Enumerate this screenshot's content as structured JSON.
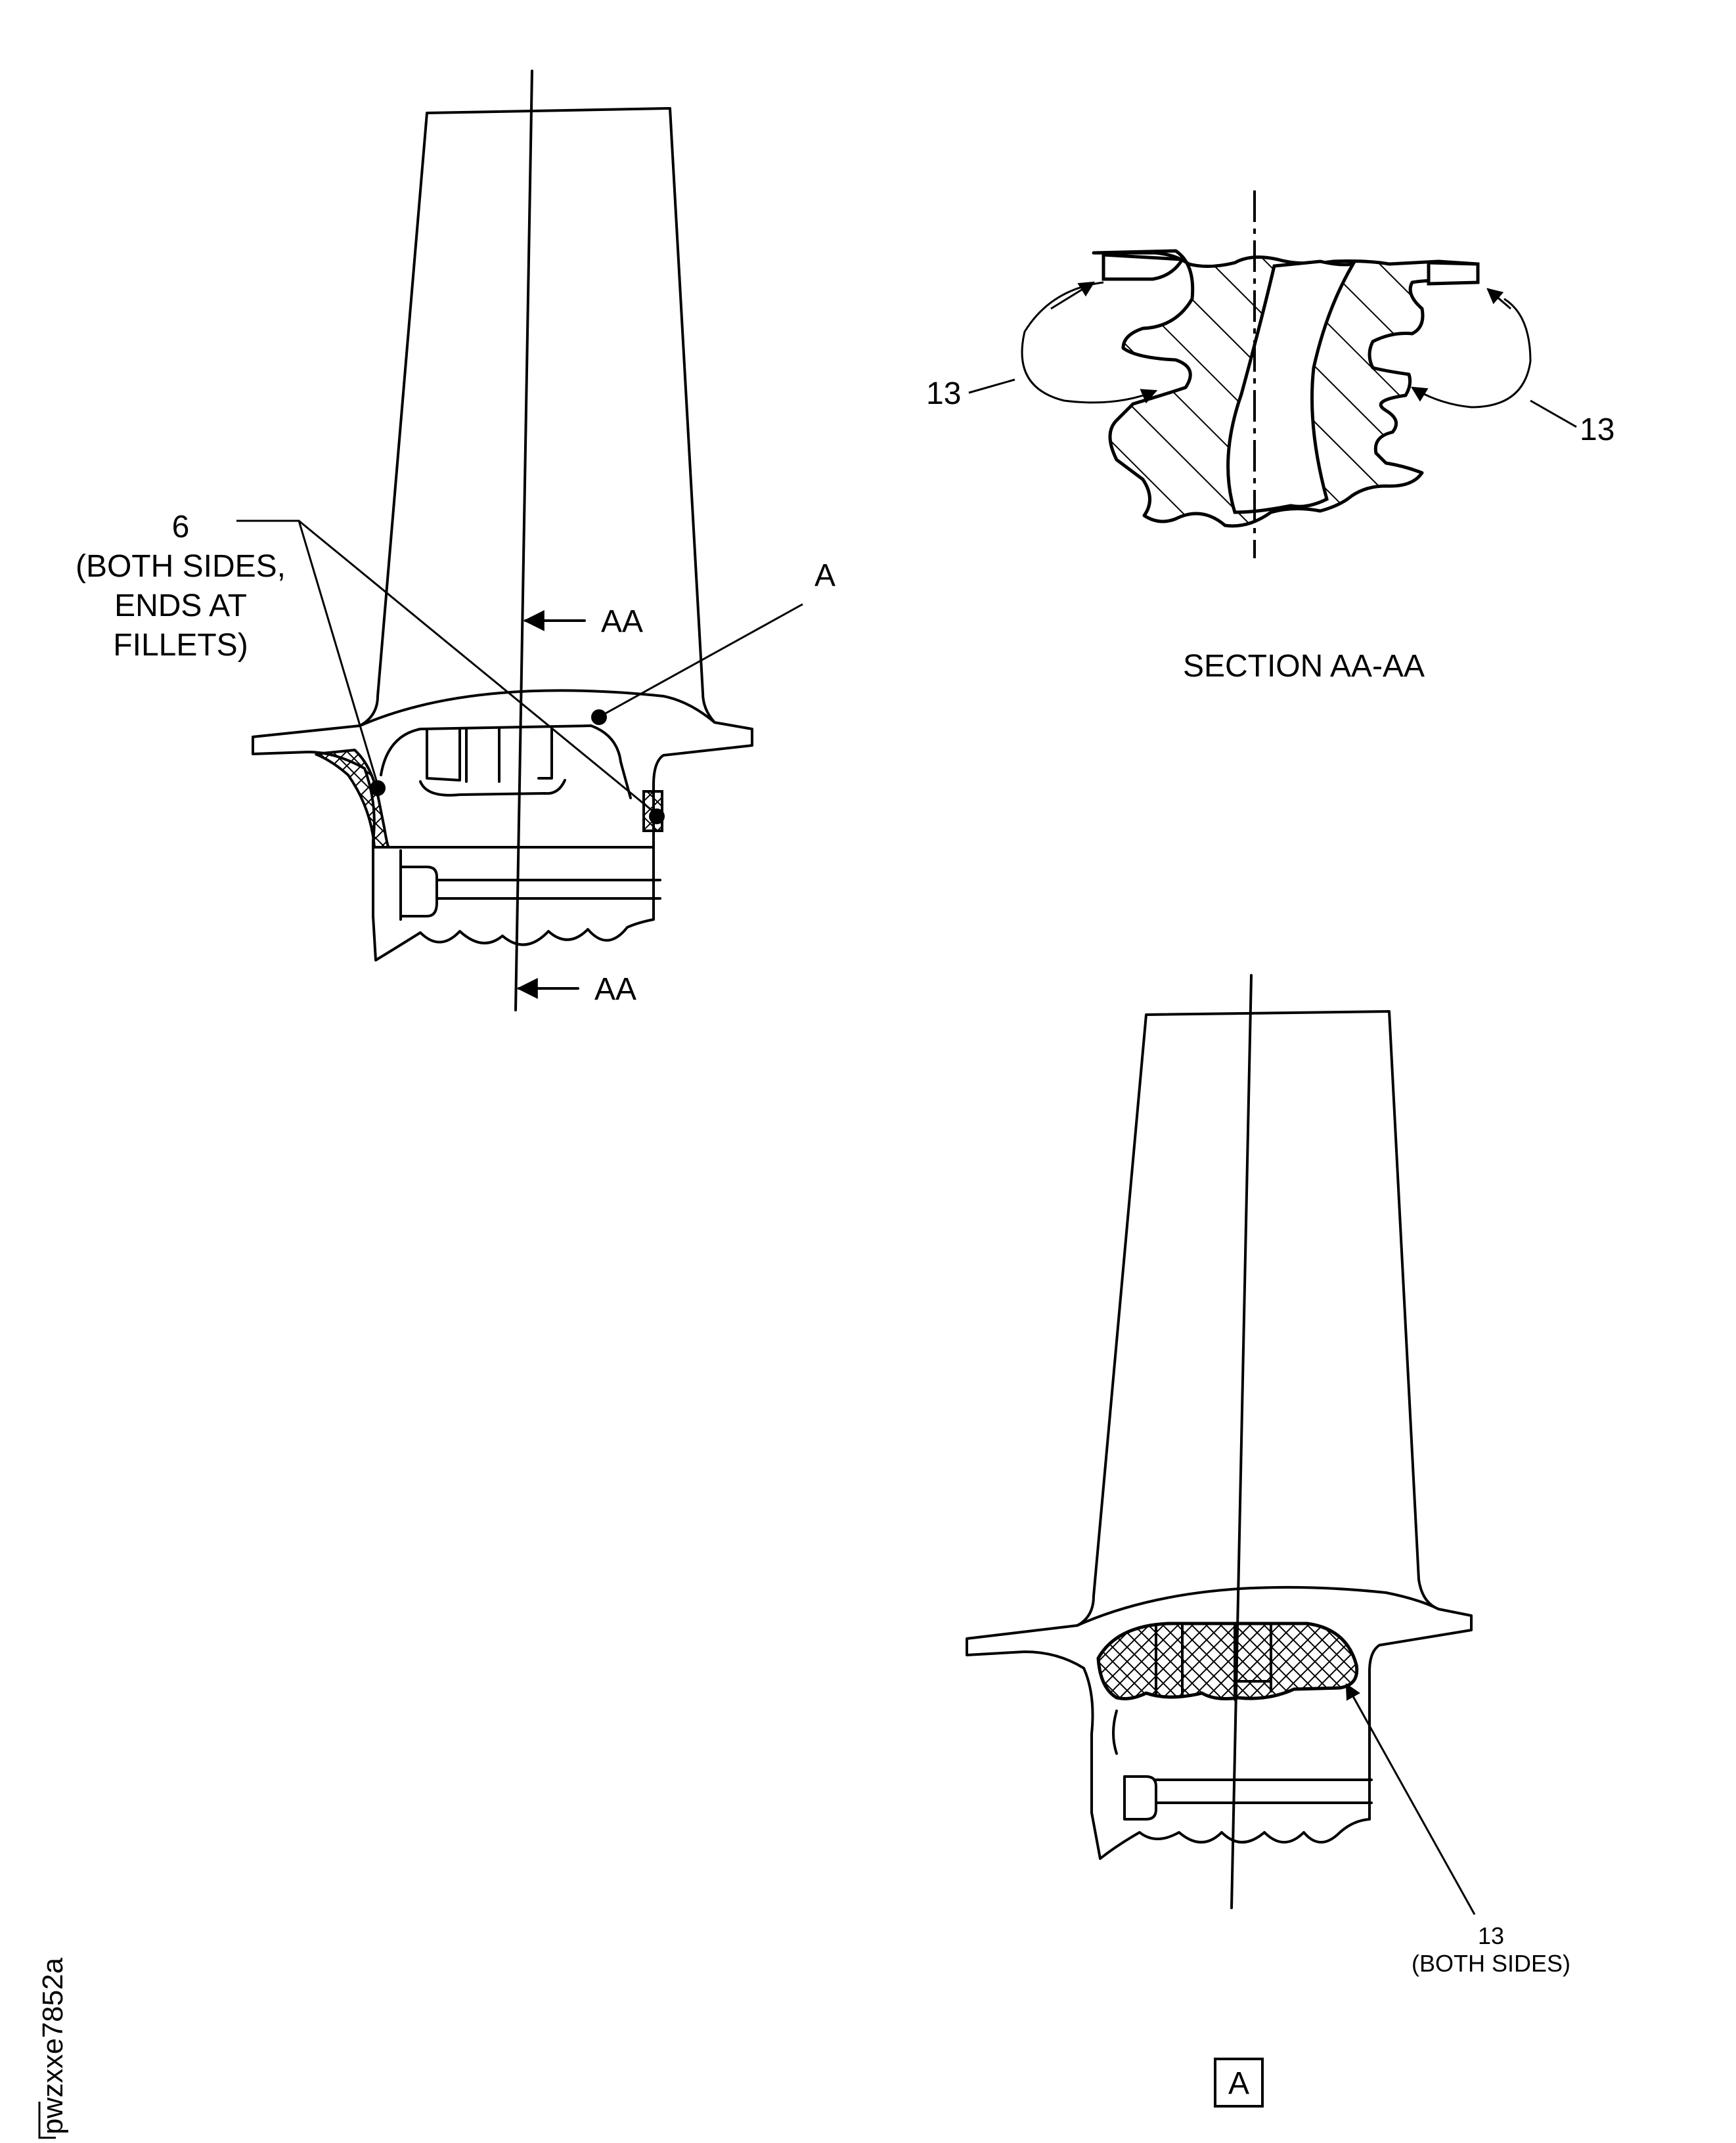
{
  "figure_id": "pwzxxe7852a",
  "section": {
    "title": "SECTION AA-AA",
    "callout_left": "13",
    "callout_right": "13"
  },
  "blade_view": {
    "callout_6_number": "6",
    "callout_6_note_line1": "(BOTH SIDES,",
    "callout_6_note_line2": "ENDS AT",
    "callout_6_note_line3": "FILLETS)",
    "view_ref": "A",
    "section_cut_top": "AA",
    "section_cut_bottom": "AA"
  },
  "detail_view": {
    "callout_number": "13",
    "callout_note": "(BOTH SIDES)",
    "view_label": "A"
  }
}
